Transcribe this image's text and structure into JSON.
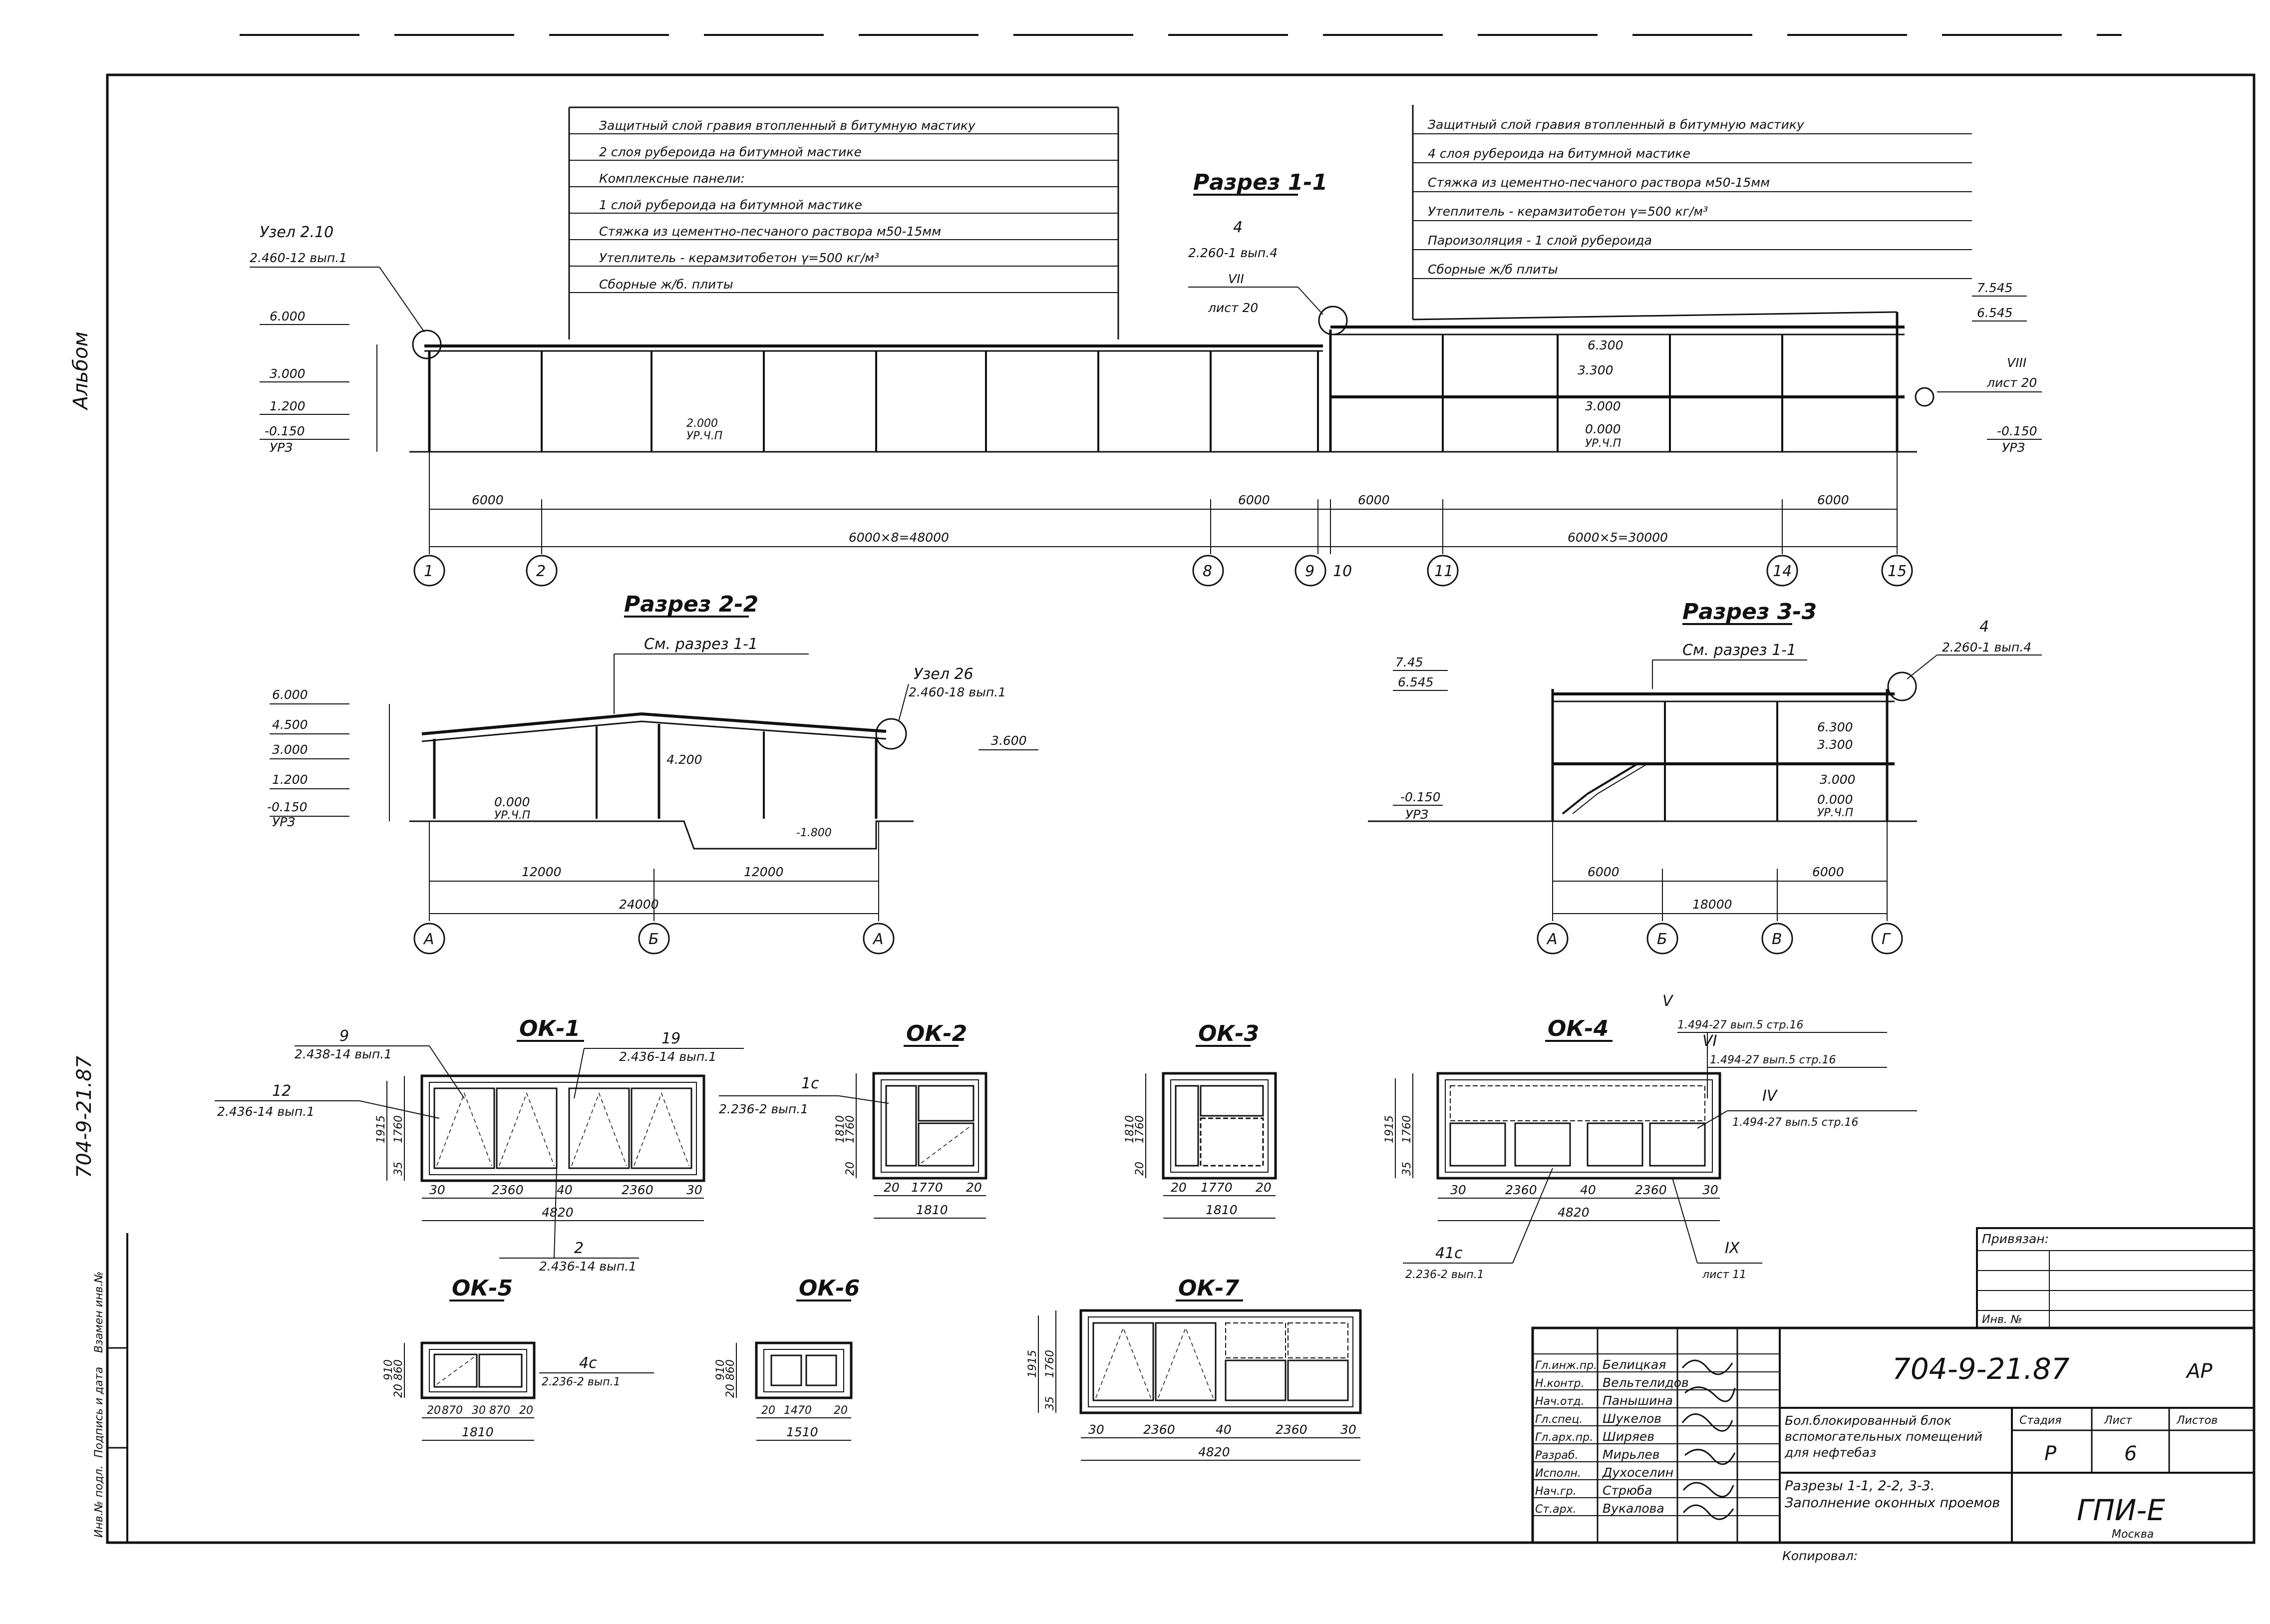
{
  "side": {
    "album": "Альбом",
    "code": "704-9-21.87"
  },
  "stamp_cols": [
    "Инв.№ подл.",
    "Подпись и дата",
    "Взамен инв.№"
  ],
  "notes_left": [
    "Защитный слой гравия втопленный в битумную мастику",
    "2 слоя рубероида на битумной мастике",
    "Комплексные панели:",
    "1 слой рубероида на битумной мастике",
    "Стяжка из цементно-песчаного раствора м50-15мм",
    "Утеплитель - керамзитобетон γ=500 кг/м³",
    "Сборные ж/б. плиты"
  ],
  "notes_right": [
    "Защитный слой гравия втопленный в битумную мастику",
    "4 слоя рубероида на битумной мастике",
    "Стяжка из цементно-песчаного раствора м50-15мм",
    "Утеплитель - керамзитобетон γ=500 кг/м³",
    "Пароизоляция - 1 слой рубероида",
    "Сборные ж/б плиты"
  ],
  "section11": {
    "title": "Разрез 1-1",
    "node_left": [
      "Узел 2.10",
      "2.460-12 вып.1"
    ],
    "node_mid": [
      "4",
      "2.260-1 вып.4",
      "VII",
      "лист 20"
    ],
    "node_right": [
      "VIII",
      "лист 20"
    ],
    "levels_left": [
      "6.000",
      "3.000",
      "1.200",
      "-0.150",
      "УРЗ"
    ],
    "levels_right": [
      "7.545",
      "6.545",
      "-0.150",
      "УРЗ"
    ],
    "levels_inner": [
      "6.300",
      "3.300",
      "3.000",
      "0.000",
      "УР.Ч.П"
    ],
    "small_labels": [
      "2.000",
      "УР.Ч.П"
    ],
    "dims": [
      "6000",
      "6000",
      "6000",
      "6000",
      "6000×8=48000",
      "6000×5=30000"
    ],
    "axes": [
      "1",
      "2",
      "8",
      "9",
      "10",
      "11",
      "14",
      "15"
    ]
  },
  "section22": {
    "title": "Разрез 2-2",
    "ref": "См. разрез 1-1",
    "node": [
      "Узел 26",
      "2.460-18 вып.1"
    ],
    "levels": [
      "6.000",
      "4.500",
      "3.000",
      "1.200",
      "-0.150",
      "УРЗ"
    ],
    "inner": [
      "4.200",
      "0.000",
      "УР.Ч.П",
      "-1.800"
    ],
    "right_level": "3.600",
    "dims": [
      "12000",
      "12000",
      "24000"
    ],
    "axes": [
      "А",
      "Б",
      "А"
    ]
  },
  "section33": {
    "title": "Разрез 3-3",
    "ref": "См. разрез 1-1",
    "node": [
      "4",
      "2.260-1 вып.4"
    ],
    "levels_left": [
      "7.45",
      "6.545",
      "-0.150",
      "УРЗ"
    ],
    "levels_inner": [
      "6.300",
      "3.300",
      "3.000",
      "0.000",
      "УР.Ч.П"
    ],
    "dims": [
      "6000",
      "6000",
      "18000"
    ],
    "axes": [
      "А",
      "Б",
      "В",
      "Г"
    ]
  },
  "windows": {
    "ok1": {
      "title": "ОК-1",
      "callouts": [
        "9",
        "2.438-14 вып.1",
        "19",
        "2.436-14 вып.1",
        "12",
        "2.436-14 вып.1",
        "2",
        "2.436-14 вып.1"
      ],
      "dims_h": [
        "30",
        "2360",
        "40",
        "2360",
        "30"
      ],
      "total": "4820",
      "dims_v": [
        "1915",
        "1760",
        "35"
      ]
    },
    "ok2": {
      "title": "ОК-2",
      "callouts": [
        "1с",
        "2.236-2 вып.1"
      ],
      "dims_h": [
        "20",
        "1770",
        "20"
      ],
      "total": "1810",
      "dims_v": [
        "1810",
        "1760",
        "20"
      ]
    },
    "ok3": {
      "title": "ОК-3",
      "dims_h": [
        "20",
        "1770",
        "20"
      ],
      "total": "1810",
      "dims_v": [
        "1810",
        "1760",
        "20"
      ]
    },
    "ok4": {
      "title": "ОК-4",
      "callouts": [
        "V",
        "1.494-27 вып.5 стр.16",
        "VI",
        "1.494-27 вып.5 стр.16",
        "IV",
        "1.494-27 вып.5 стр.16",
        "41с",
        "2.236-2 вып.1",
        "IX",
        "лист 11"
      ],
      "dims_h": [
        "30",
        "2360",
        "40",
        "2360",
        "30"
      ],
      "total": "4820",
      "dims_v": [
        "1915",
        "1760",
        "35"
      ]
    },
    "ok5": {
      "title": "ОК-5",
      "callouts": [
        "4с",
        "2.236-2 вып.1"
      ],
      "dims_h": [
        "20",
        "870",
        "30",
        "870",
        "20"
      ],
      "total": "1810",
      "dims_v": [
        "910",
        "860",
        "20"
      ]
    },
    "ok6": {
      "title": "ОК-6",
      "dims_h": [
        "20",
        "1470",
        "20"
      ],
      "total": "1510",
      "dims_v": [
        "910",
        "860",
        "20"
      ]
    },
    "ok7": {
      "title": "ОК-7",
      "dims_h": [
        "30",
        "2360",
        "40",
        "2360",
        "30"
      ],
      "total": "4820",
      "dims_v": [
        "1915",
        "1760",
        "35"
      ]
    }
  },
  "title_block": {
    "code": "704-9-21.87",
    "mark": "АР",
    "roles": [
      "Гл.инж.пр.",
      "Н.контр.",
      "Нач.отд.",
      "Гл.спец.",
      "Гл.арх.пр.",
      "Разраб.",
      "Исполн.",
      "Нач.гр.",
      "Ст.арх."
    ],
    "names": [
      "Белицкая",
      "Вельтелидов",
      "Панышина",
      "Шукелов",
      "Ширяев",
      "Мирьлев",
      "Духоселин",
      "Стрюба",
      "Вукалова"
    ],
    "project": "Бол.блокированный блок вспомогательных помещений для нефтебаз",
    "sheet_title": "Разрезы 1-1, 2-2, 3-3. Заполнение оконных проемов",
    "headers": [
      "Стадия",
      "Лист",
      "Листов"
    ],
    "values": [
      "Р",
      "6",
      ""
    ],
    "org": "ГПИ-Е",
    "org_sub": "Москва",
    "copied": "Копировал:",
    "attached": "Привязан:",
    "inv": "Инв. №"
  }
}
